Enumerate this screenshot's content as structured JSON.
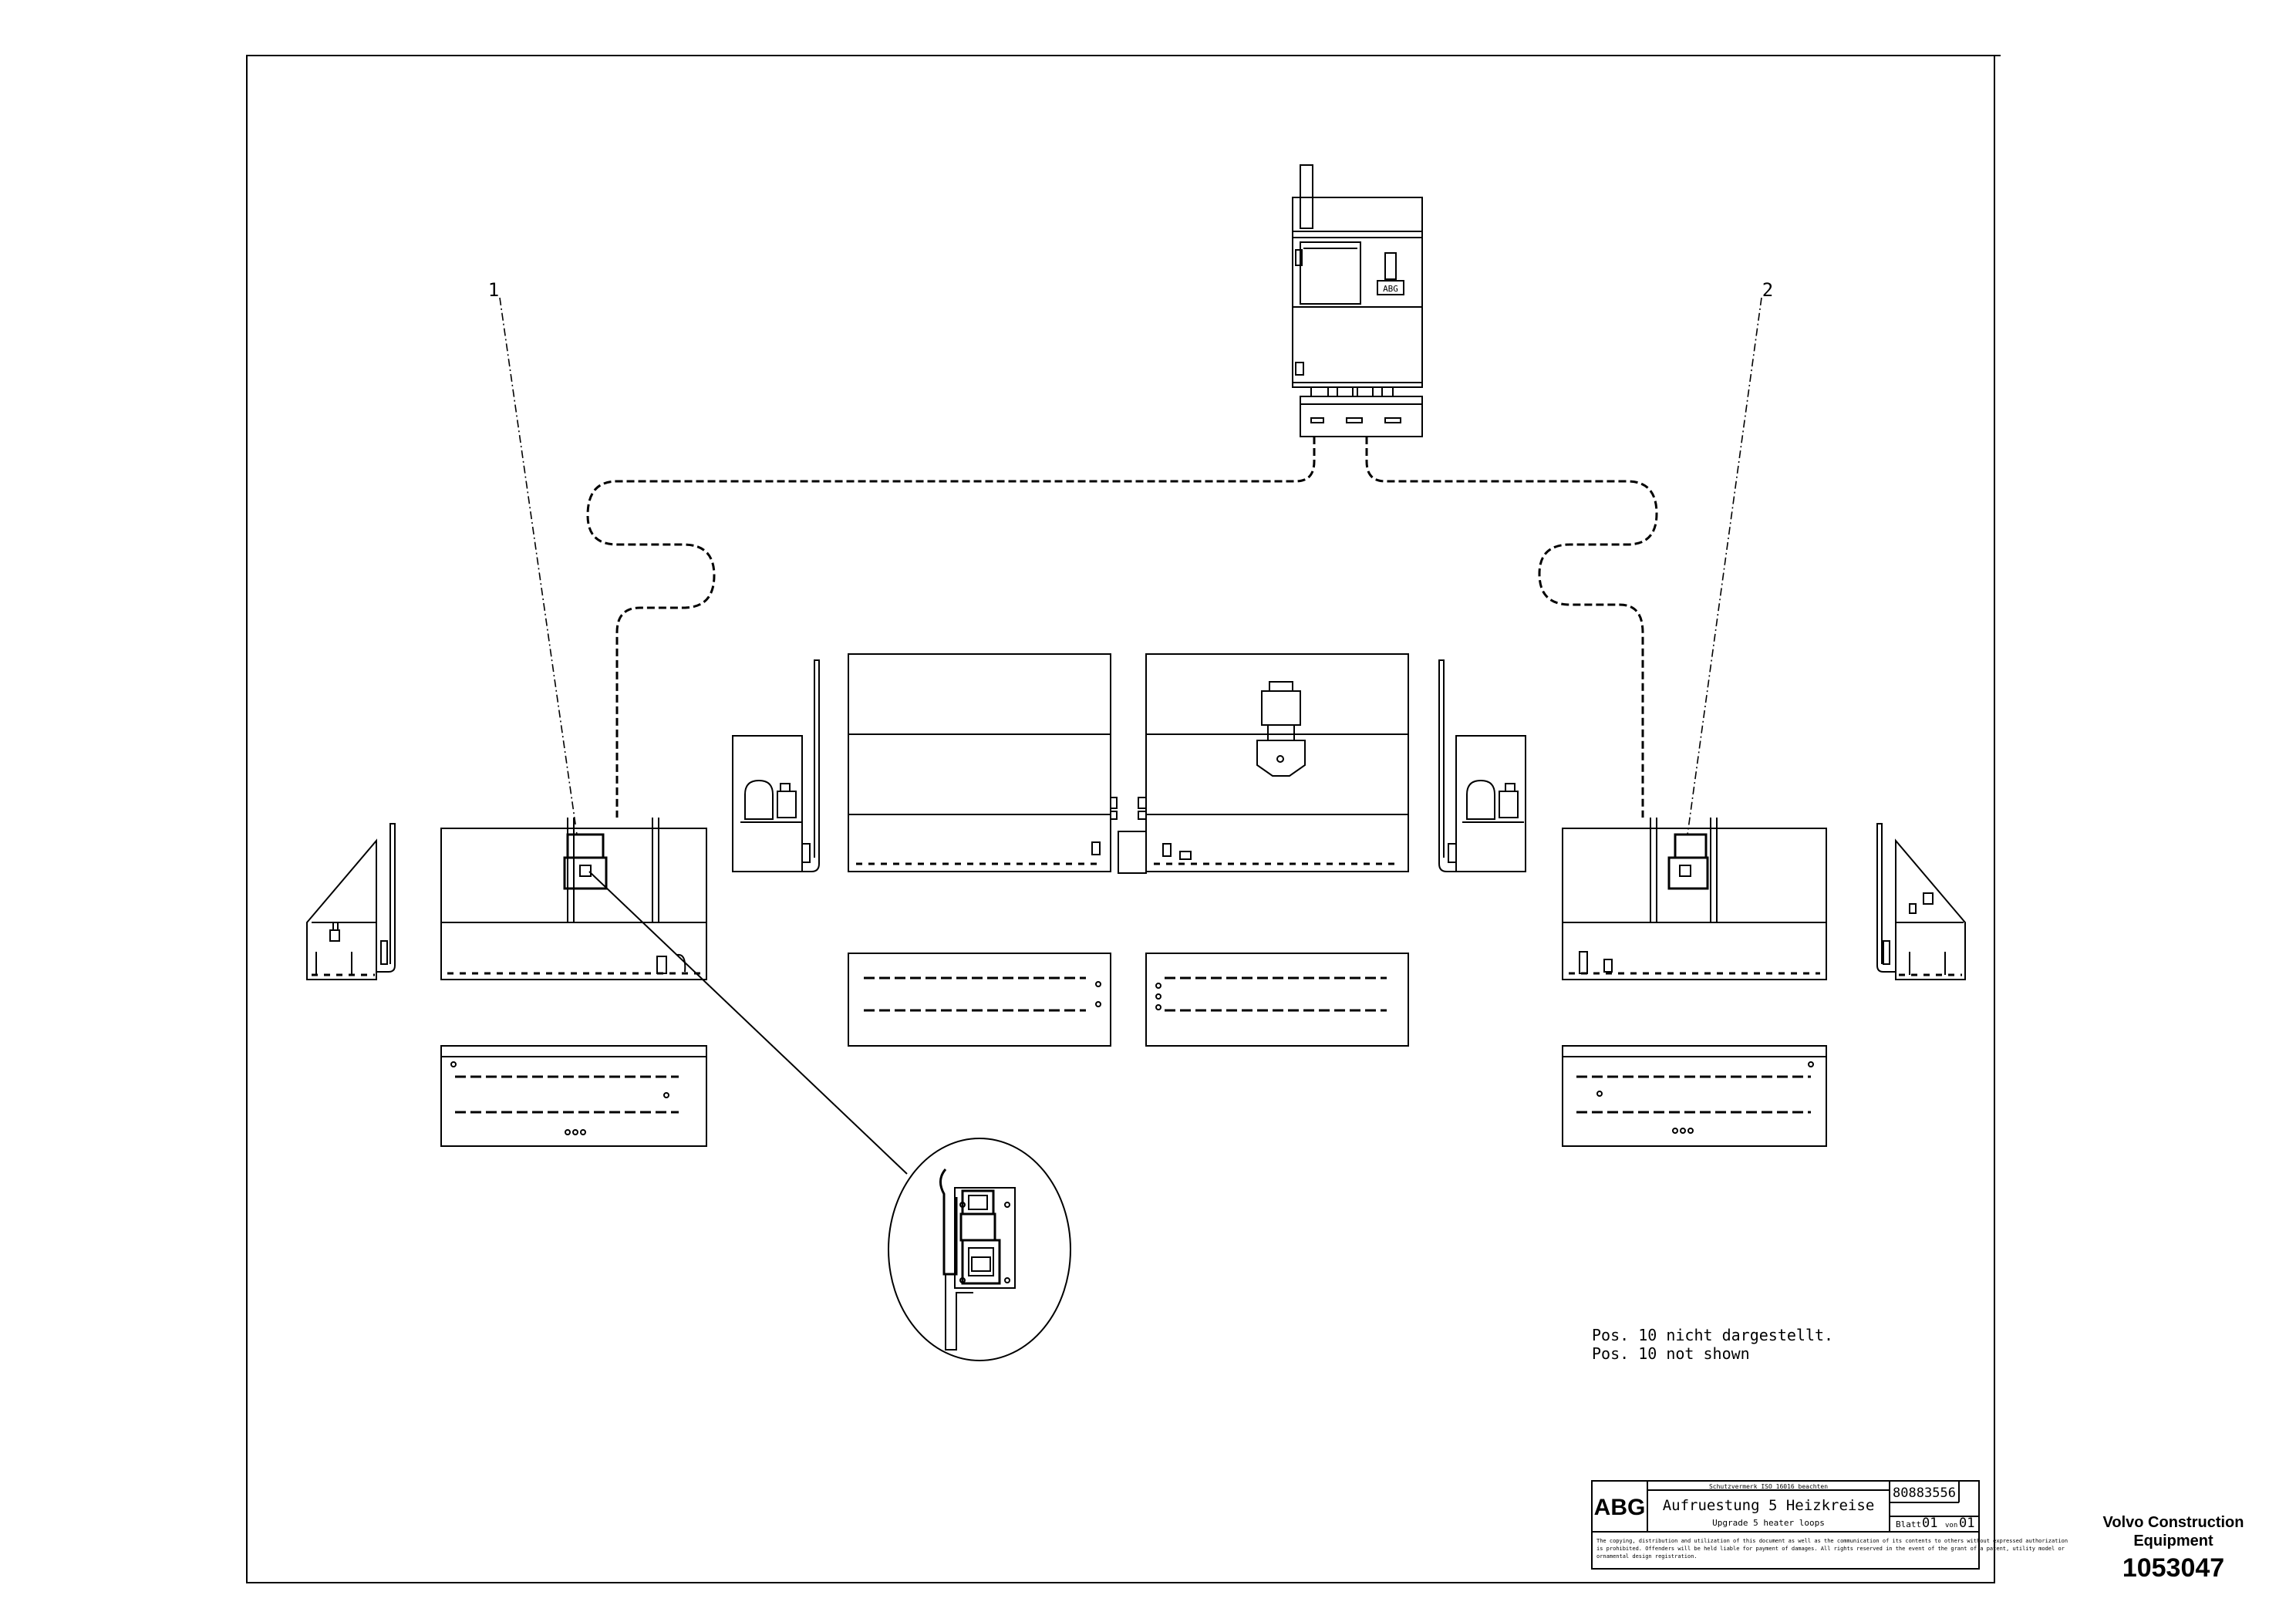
{
  "callouts": [
    "1",
    "2"
  ],
  "notes": [
    "Pos. 10 nicht dargestellt.",
    "Pos. 10 not shown"
  ],
  "title_block": {
    "logo": "ABG",
    "company": "Schutzvermerk ISO 16016 beachten",
    "title_de": "Aufruestung 5 Heizkreise",
    "title_en": "Upgrade 5 heater loops",
    "drawing_number": "80883556",
    "sheet_label": "Blatt",
    "sheet": "01",
    "of_label": "von",
    "sheet_total": "01",
    "disclaimer_1": "The copying, distribution and utilization of this document as well as the communication of its contents to others without expressed authorization",
    "disclaimer_2": "is prohibited. Offenders will be held liable for payment of damages. All rights reserved in the event of the grant of a patent, utility model or",
    "disclaimer_3": "ornamental design registration."
  },
  "control_box_badge": "ABG",
  "brand": {
    "line1": "Volvo Construction",
    "line2": "Equipment",
    "part_number": "1053047"
  }
}
